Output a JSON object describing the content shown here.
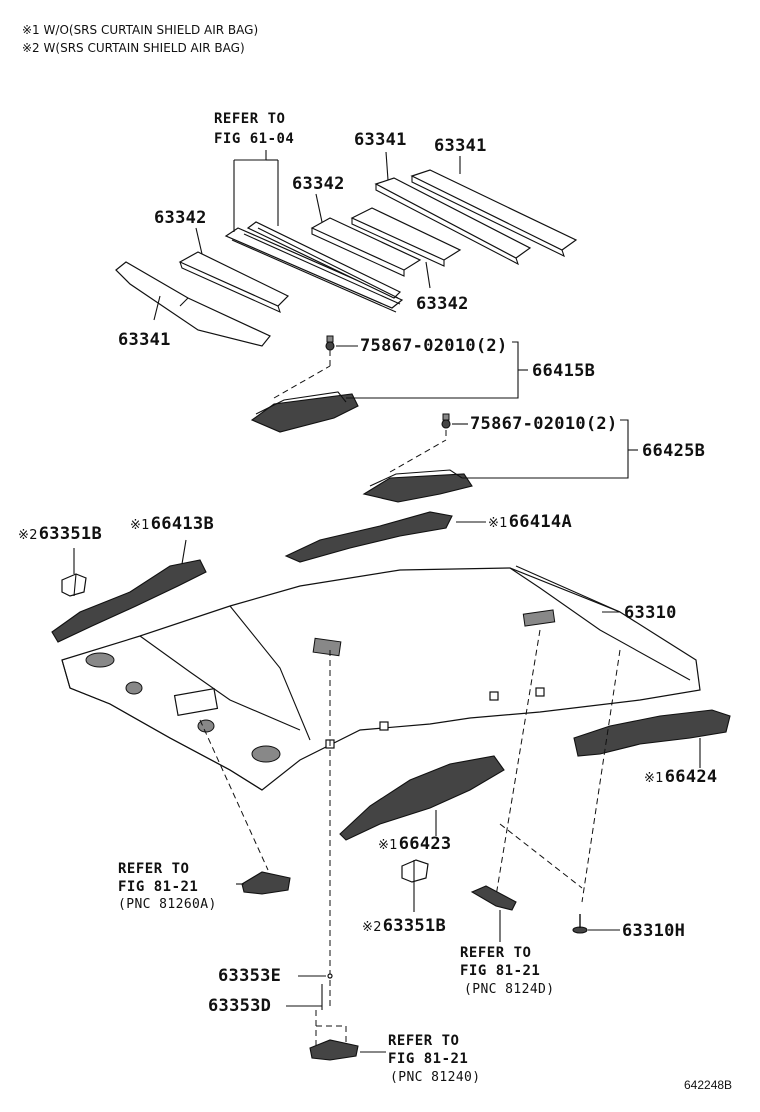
{
  "notes": [
    {
      "mark": "※1",
      "text": "W/O(SRS CURTAIN SHIELD AIR BAG)"
    },
    {
      "mark": "※2",
      "text": "W(SRS CURTAIN SHIELD AIR BAG)"
    }
  ],
  "refs": {
    "fig_61_04": {
      "line1": "REFER TO",
      "line2": "FIG 61-04"
    },
    "fig_81_21_a": {
      "line1": "REFER TO",
      "line2": "FIG 81-21",
      "line3": "(PNC 81260A)"
    },
    "fig_81_21_b": {
      "line1": "REFER TO",
      "line2": "FIG 81-21",
      "line3": "(PNC 8124D)"
    },
    "fig_81_21_c": {
      "line1": "REFER TO",
      "line2": "FIG 81-21",
      "line3": "(PNC 81240)"
    }
  },
  "parts": {
    "p63341_a": "63341",
    "p63341_b": "63341",
    "p63341_c": "63341",
    "p63342_a": "63342",
    "p63342_b": "63342",
    "p63342_c": "63342",
    "clip_a": "75867-02010(2)",
    "clip_b": "75867-02010(2)",
    "p66415B": "66415B",
    "p66425B": "66425B",
    "p63351B_a": {
      "mark": "※2",
      "num": "63351B"
    },
    "p66413B": {
      "mark": "※1",
      "num": "66413B"
    },
    "p66414A": {
      "mark": "※1",
      "num": "66414A"
    },
    "p63310": "63310",
    "p66424": {
      "mark": "※1",
      "num": "66424"
    },
    "p66423": {
      "mark": "※1",
      "num": "66423"
    },
    "p63351B_b": {
      "mark": "※2",
      "num": "63351B"
    },
    "p63310H": "63310H",
    "p63353E": "63353E",
    "p63353D": "63353D"
  },
  "figure_code": "642248B"
}
